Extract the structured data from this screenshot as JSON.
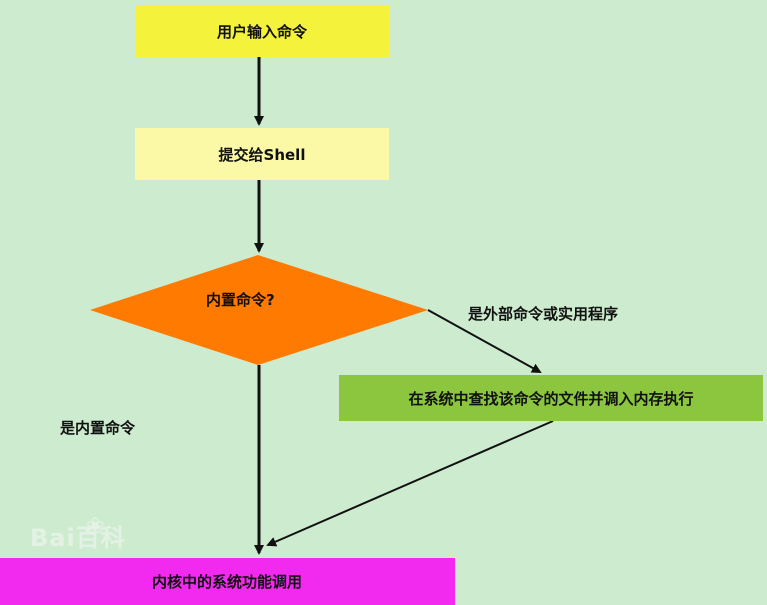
{
  "diagram": {
    "step_input": "用户输入命令",
    "step_submit": "提交给Shell",
    "decision": "内置命令?",
    "branch_external": "是外部命令或实用程序",
    "step_search": "在系统中查找该命令的文件并调入内存执行",
    "branch_builtin": "是内置命令",
    "step_kernel": "内核中的系统功能调用"
  },
  "watermark": {
    "text": "Bai百科"
  },
  "colors": {
    "background": "#cdeccf",
    "input_box": "#f4f23a",
    "submit_box": "#fbf9a6",
    "decision_diamond": "#ff7a00",
    "search_box": "#8cc63f",
    "kernel_box": "#f22af0",
    "arrow": "#111111"
  }
}
